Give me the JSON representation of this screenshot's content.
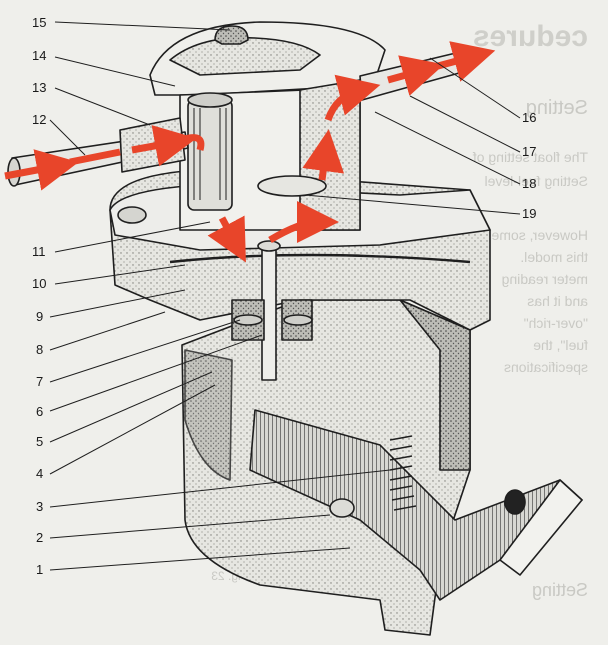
{
  "callouts": [
    {
      "number": "1"
    },
    {
      "number": "2"
    },
    {
      "number": "3"
    },
    {
      "number": "4"
    },
    {
      "number": "5"
    },
    {
      "number": "6"
    },
    {
      "number": "7"
    },
    {
      "number": "8"
    },
    {
      "number": "9"
    },
    {
      "number": "10"
    },
    {
      "number": "11"
    },
    {
      "number": "12"
    },
    {
      "number": "13"
    },
    {
      "number": "14"
    },
    {
      "number": "15"
    },
    {
      "number": "16"
    },
    {
      "number": "17"
    },
    {
      "number": "18"
    },
    {
      "number": "19"
    }
  ],
  "show_through_text": {
    "heading": "cedures",
    "subheading": "Setting",
    "lines": [
      "The float setting of",
      "Setting fuel-level",
      "However, some gauge",
      "this model.",
      "meter reading",
      "and it has",
      "\"over-rich\"",
      "fuel\", the",
      "specifications"
    ],
    "figure_caption": "Fig. 23",
    "bottom_heading": "Setting"
  },
  "colors": {
    "background": "#efefeb",
    "ink": "#1f1f1f",
    "flow_arrow": "#e8452a",
    "body_fill": "#e9e9e5"
  }
}
